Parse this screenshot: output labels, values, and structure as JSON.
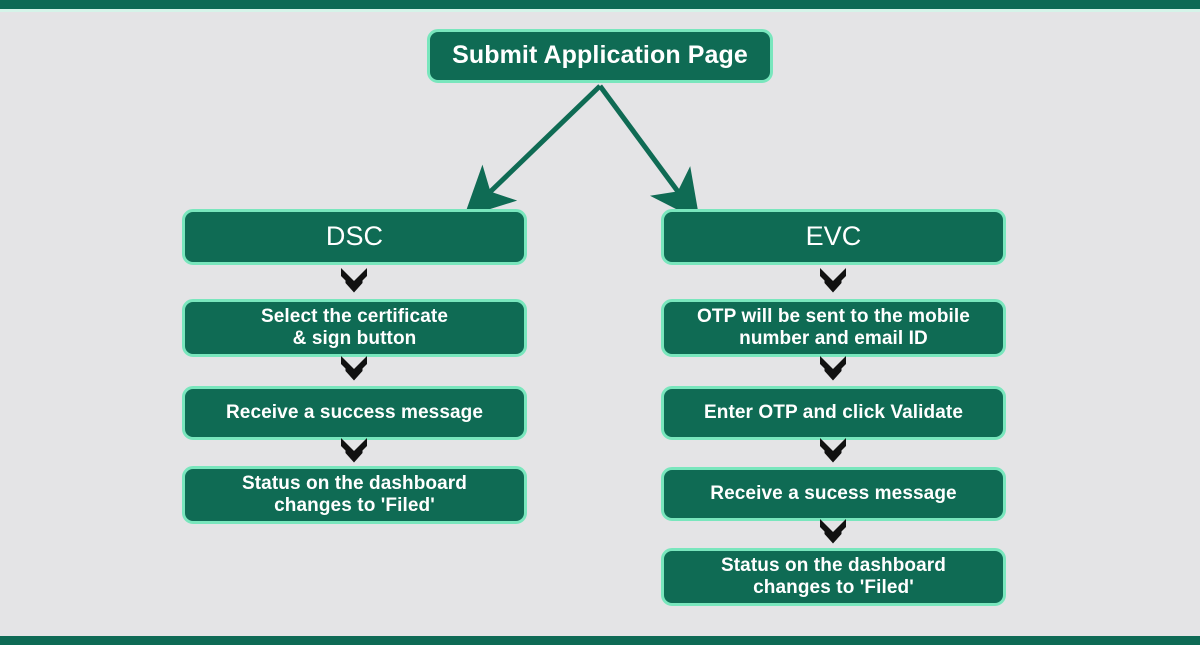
{
  "theme": {
    "background": "#e4e4e6",
    "node_fill": "#0f6b54",
    "node_border": "#79e6bd",
    "node_text": "#ffffff",
    "accent_bar": "#0e6a55",
    "accent_bar_light": "#d5f4e9",
    "arrow_color": "#0f6b54",
    "chevron_color": "#111111"
  },
  "diagram": {
    "root": {
      "label": "Submit Application Page"
    },
    "branches": [
      {
        "id": "dsc",
        "heading": "DSC",
        "steps": [
          {
            "lines": [
              "Select the certificate",
              "& sign button"
            ]
          },
          {
            "lines": [
              "Receive a success message"
            ]
          },
          {
            "lines": [
              "Status on the dashboard",
              "changes to 'Filed'"
            ],
            "emphasis": "'Filed'"
          }
        ]
      },
      {
        "id": "evc",
        "heading": "EVC",
        "steps": [
          {
            "lines": [
              "OTP will be sent to the mobile",
              "number and email ID"
            ]
          },
          {
            "lines": [
              "Enter OTP and click Validate"
            ]
          },
          {
            "lines": [
              "Receive a sucess message"
            ]
          },
          {
            "lines": [
              "Status on the dashboard",
              "changes to 'Filed'"
            ],
            "emphasis": "'Filed'"
          }
        ]
      }
    ],
    "connectors": {
      "split_arrow_icon": "arrow-down-left-right",
      "step_arrow_icon": "double-chevron-down-icon"
    }
  }
}
